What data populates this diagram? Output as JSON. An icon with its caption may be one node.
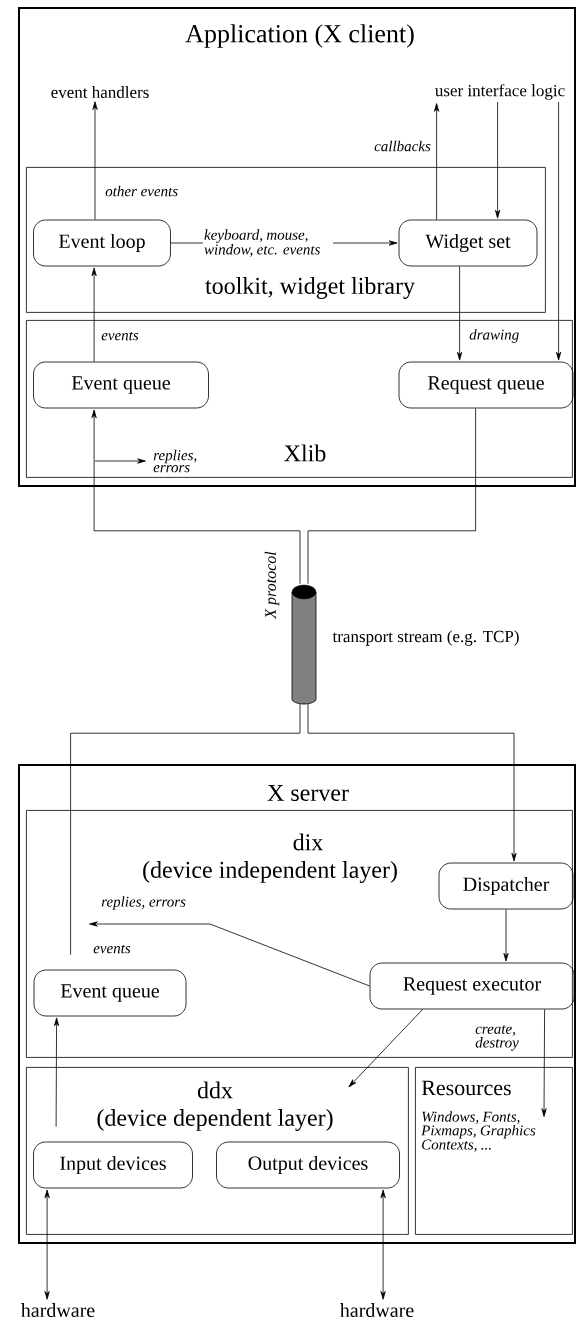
{
  "diagram": {
    "nodes": [
      {
        "text": [
          "Application (X client)"
        ]
      },
      {
        "text": [
          "event handlers"
        ],
        "in": 0
      },
      {
        "text": [
          "user interface logic"
        ],
        "in": 0
      },
      {
        "text": [
          "toolkit, widget library"
        ],
        "in": 0
      },
      {
        "text": [
          "Event loop"
        ],
        "in": 3
      },
      {
        "text": [
          "Widget set"
        ],
        "in": 3
      },
      {
        "text": [
          "Xlib"
        ],
        "in": 0
      },
      {
        "text": [
          "Event queue"
        ],
        "in": 6
      },
      {
        "text": [
          "Request queue"
        ],
        "in": 6
      },
      {
        "text": [],
        "shape": "cylinder",
        "beside": [
          "transport stream (e.g. TCP)"
        ]
      },
      {
        "text": [
          "X server"
        ]
      },
      {
        "text": [
          "dix",
          "(device independent layer)"
        ],
        "in": 10
      },
      {
        "text": [
          "Dispatcher"
        ],
        "in": 11
      },
      {
        "text": [
          "Request executor"
        ],
        "in": 11
      },
      {
        "text": [
          "Event queue"
        ],
        "in": 11
      },
      {
        "text": [
          "ddx",
          "(device dependent layer)"
        ],
        "in": 10
      },
      {
        "text": [
          "Input devices"
        ],
        "in": 15
      },
      {
        "text": [
          "Output devices"
        ],
        "in": 15
      },
      {
        "text": [
          "Resources",
          "Windows, Fonts, Pixmaps, Graphics Contexts, ..."
        ],
        "in": 10
      },
      {
        "text": [
          "hardware"
        ]
      },
      {
        "text": [
          "hardware"
        ]
      }
    ],
    "edges": [
      {
        "from": 4,
        "to": 1,
        "arrow": "to",
        "label": "other events"
      },
      {
        "from": 5,
        "to": 2,
        "arrow": "to",
        "label": "callbacks"
      },
      {
        "from": 2,
        "to": 5,
        "arrow": "to"
      },
      {
        "from": 4,
        "to": 5,
        "arrow": "to",
        "label": "keyboard, mouse, window, etc. events"
      },
      {
        "from": 7,
        "to": 4,
        "arrow": "to",
        "label": "events"
      },
      {
        "from": 5,
        "to": 8,
        "arrow": "to",
        "label": "drawing"
      },
      {
        "from": 2,
        "to": 8,
        "arrow": "to"
      },
      {
        "from": 9,
        "to": 7,
        "arrow": "to",
        "label": "replies, errors"
      },
      {
        "from": 8,
        "to": 9,
        "arrow": "none"
      },
      {
        "from": 9,
        "to": 12,
        "arrow": "to"
      },
      {
        "from": 14,
        "to": 9,
        "arrow": "none",
        "label": "events"
      },
      {
        "from": 12,
        "to": 13,
        "arrow": "to"
      },
      {
        "from": 13,
        "to": null,
        "arrow": "to",
        "label": "replies, errors"
      },
      {
        "from": 13,
        "to": 15,
        "arrow": "to"
      },
      {
        "from": 13,
        "to": 18,
        "arrow": "to",
        "label": "create, destroy"
      },
      {
        "from": 16,
        "to": 14,
        "arrow": "to"
      },
      {
        "from": 16,
        "to": 19,
        "arrow": "both"
      },
      {
        "from": 17,
        "to": 20,
        "arrow": "both"
      }
    ],
    "labels": [
      "X protocol"
    ]
  }
}
